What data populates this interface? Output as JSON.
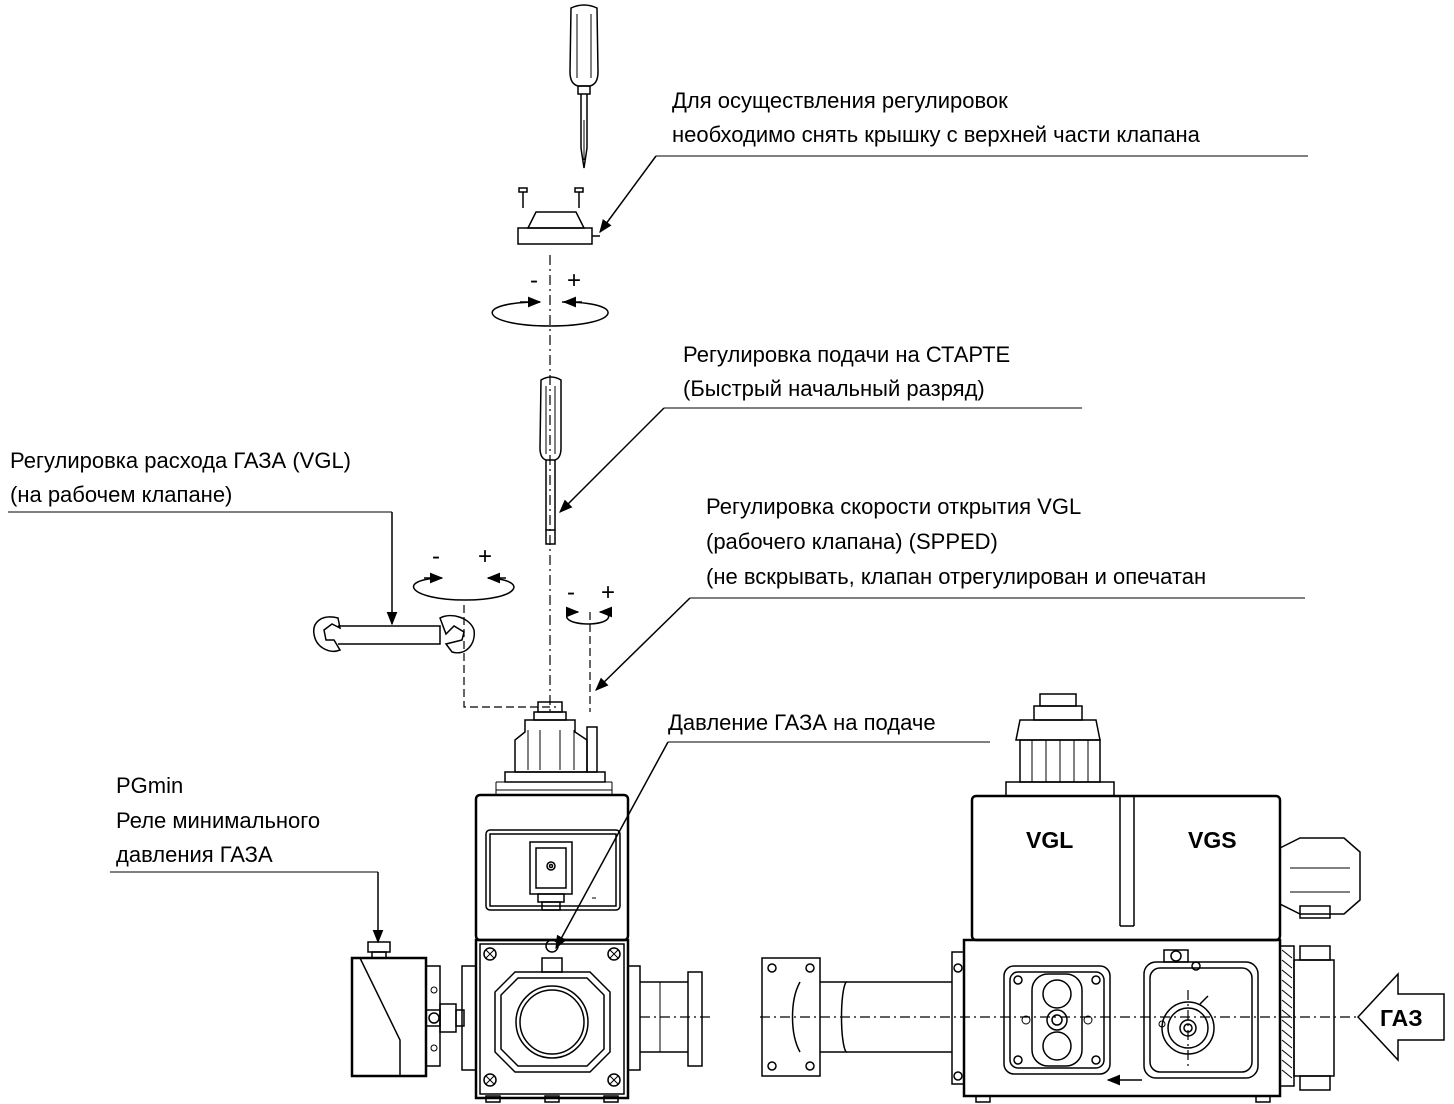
{
  "labels": {
    "cover_line1": "Для осуществления регулировок",
    "cover_line2": "необходимо снять крышку с верхней части клапана",
    "start_line1": "Регулировка подачи на СТАРТЕ",
    "start_line2": "(Быстрый начальный разряд)",
    "gas_flow_line1": "Регулировка расхода ГАЗА (VGL)",
    "gas_flow_line2": "(на рабочем клапане)",
    "speed_line1": "Регулировка скорости открытия VGL",
    "speed_line2": "(рабочего клапана) (SPPED)",
    "speed_line3": "(не вскрывать, клапан отрегулирован и опечатан",
    "pressure": "Давление ГАЗА на подаче",
    "pgmin_line1": "PGmin",
    "pgmin_line2": "Реле минимального",
    "pgmin_line3": "давления ГАЗА",
    "vgl": "VGL",
    "vgs": "VGS",
    "gas_arrow": "ГАЗ"
  },
  "signs": {
    "minus": "-",
    "plus": "+"
  }
}
